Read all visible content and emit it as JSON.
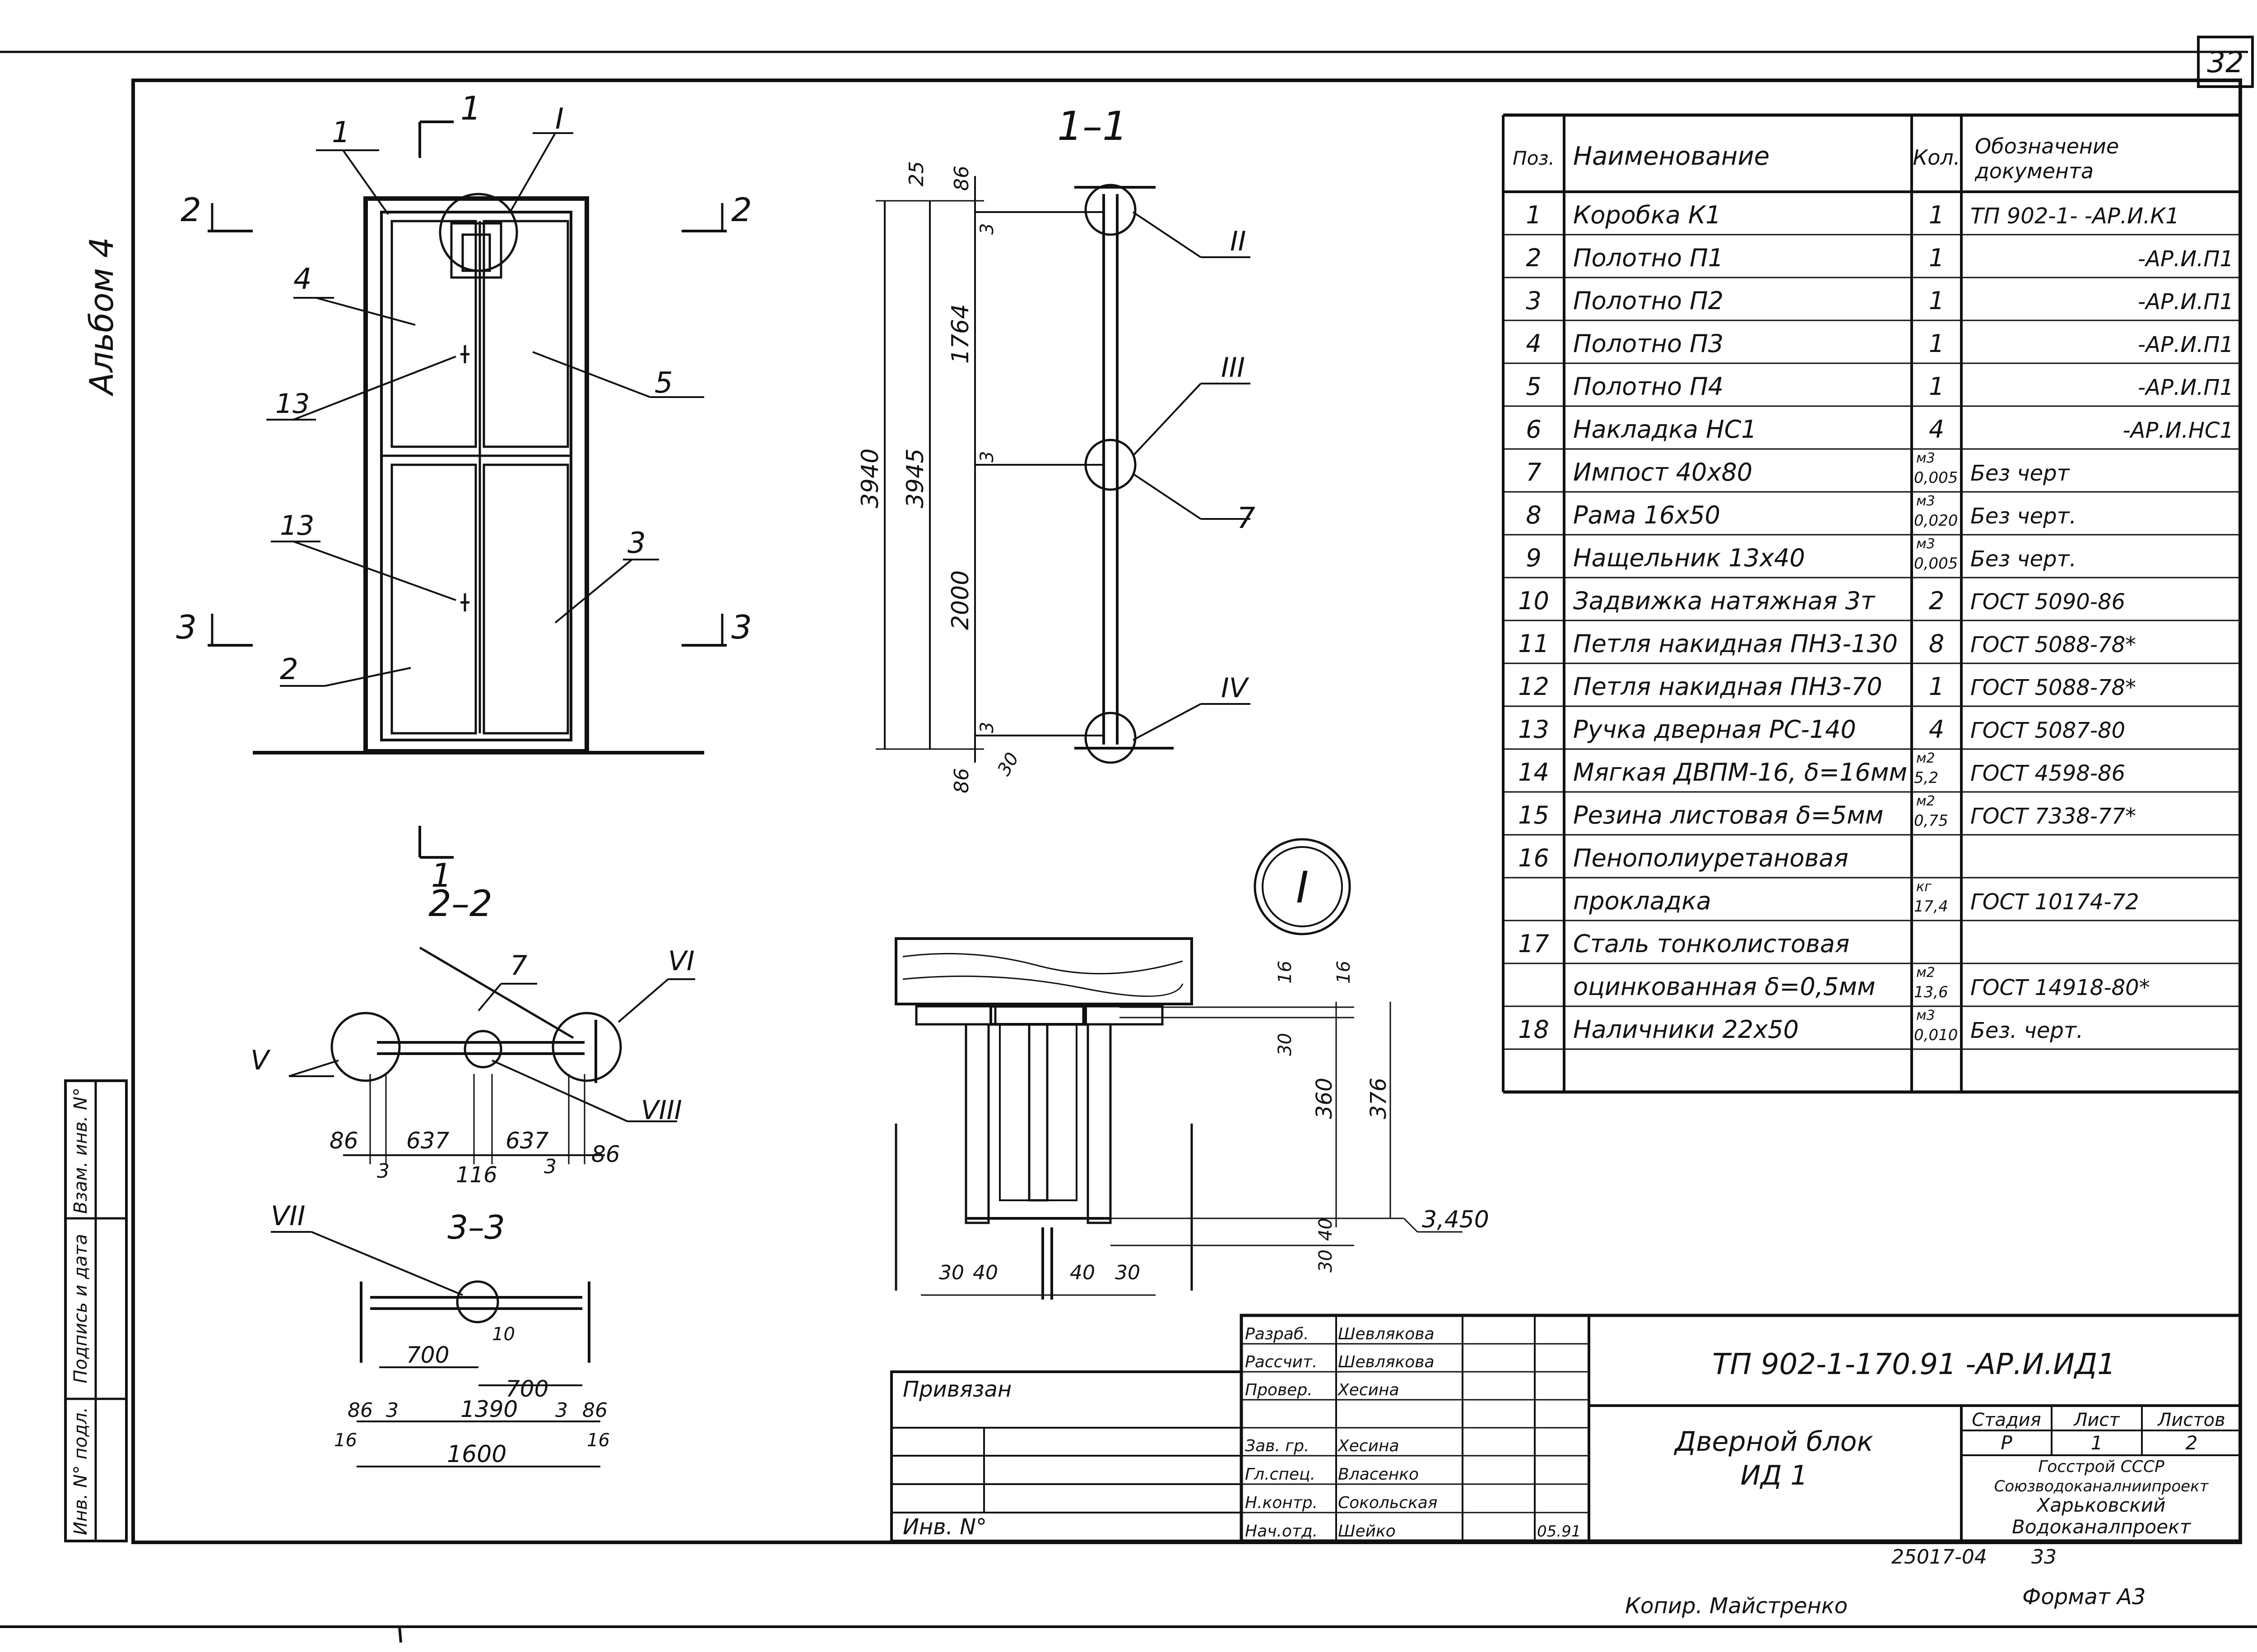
{
  "sheet": {
    "sheet_number": "32",
    "album_label": "Альбом 4",
    "format": "Формат А3",
    "copied_by": "Копир. Майстренко",
    "archive_number": "25017-04",
    "archive_page": "33"
  },
  "drawing": {
    "section_1_1": "1–1",
    "section_2_2": "2–2",
    "section_3_3": "3–3",
    "detail_I": "I",
    "cut_marks": [
      "1",
      "2",
      "2",
      "3",
      "3",
      "1"
    ],
    "node_marks": [
      "I",
      "II",
      "III",
      "IV",
      "V",
      "VI",
      "VII",
      "VIII"
    ],
    "position_callouts": [
      "1",
      "4",
      "13",
      "5",
      "13",
      "3",
      "2",
      "7",
      "7"
    ],
    "elevation_dims": [
      "3940",
      "3945",
      "1764",
      "2000",
      "25",
      "86",
      "86",
      "30",
      "3",
      "3",
      "3"
    ],
    "plan_2_2_dims": [
      "86",
      "637",
      "637",
      "86",
      "3",
      "116",
      "3"
    ],
    "plan_3_3_dims": [
      "700",
      "700",
      "86",
      "3",
      "1390",
      "3",
      "86",
      "16",
      "16",
      "1600",
      "10"
    ],
    "detail_dims": [
      "16",
      "16",
      "30",
      "360",
      "376",
      "40",
      "30",
      "30",
      "40",
      "40",
      "30"
    ],
    "detail_level": "3,450"
  },
  "spec_table": {
    "headers": {
      "pos": "Поз.",
      "name": "Наименование",
      "qty": "Кол.",
      "doc": "Обозначение документа"
    },
    "rows": [
      {
        "pos": "1",
        "name": "Коробка  К1",
        "unit": "",
        "qty": "1",
        "doc": "ТП 902-1-  -АР.И.К1"
      },
      {
        "pos": "2",
        "name": "Полотно  П1",
        "unit": "",
        "qty": "1",
        "doc": "-АР.И.П1"
      },
      {
        "pos": "3",
        "name": "Полотно  П2",
        "unit": "",
        "qty": "1",
        "doc": "-АР.И.П1"
      },
      {
        "pos": "4",
        "name": "Полотно  П3",
        "unit": "",
        "qty": "1",
        "doc": "-АР.И.П1"
      },
      {
        "pos": "5",
        "name": "Полотно  П4",
        "unit": "",
        "qty": "1",
        "doc": "-АР.И.П1"
      },
      {
        "pos": "6",
        "name": "Накладка  НС1",
        "unit": "",
        "qty": "4",
        "doc": "-АР.И.НС1"
      },
      {
        "pos": "7",
        "name": "Импост  40х80",
        "unit": "м3",
        "qty": "0,005",
        "doc": "Без  черт"
      },
      {
        "pos": "8",
        "name": "Рама  16х50",
        "unit": "м3",
        "qty": "0,020",
        "doc": "Без  черт."
      },
      {
        "pos": "9",
        "name": "Нащельник  13х40",
        "unit": "м3",
        "qty": "0,005",
        "doc": "Без  черт."
      },
      {
        "pos": "10",
        "name": "Задвижка натяжная 3т",
        "unit": "",
        "qty": "2",
        "doc": "ГОСТ 5090-86"
      },
      {
        "pos": "11",
        "name": "Петля накидная ПН3-130",
        "unit": "",
        "qty": "8",
        "doc": "ГОСТ 5088-78*"
      },
      {
        "pos": "12",
        "name": "Петля накидная ПН3-70",
        "unit": "",
        "qty": "1",
        "doc": "ГОСТ 5088-78*"
      },
      {
        "pos": "13",
        "name": "Ручка дверная  РС-140",
        "unit": "",
        "qty": "4",
        "doc": "ГОСТ 5087-80"
      },
      {
        "pos": "14",
        "name": "Мягкая ДВПМ-16, δ=16мм",
        "unit": "м2",
        "qty": "5,2",
        "doc": "ГОСТ 4598-86"
      },
      {
        "pos": "15",
        "name": "Резина листовая δ=5мм",
        "unit": "м2",
        "qty": "0,75",
        "doc": "ГОСТ 7338-77*"
      },
      {
        "pos": "16",
        "name": "Пенополиуретановая",
        "unit": "",
        "qty": "",
        "doc": ""
      },
      {
        "pos": "",
        "name": "прокладка",
        "unit": "кг",
        "qty": "17,4",
        "doc": "ГОСТ 10174-72"
      },
      {
        "pos": "17",
        "name": "Сталь тонколистовая",
        "unit": "",
        "qty": "",
        "doc": ""
      },
      {
        "pos": "",
        "name": "оцинкованная δ=0,5мм",
        "unit": "м2",
        "qty": "13,6",
        "doc": "ГОСТ 14918-80*"
      },
      {
        "pos": "18",
        "name": "Наличники  22х50",
        "unit": "м3",
        "qty": "0,010",
        "doc": "Без. черт."
      },
      {
        "pos": "",
        "name": "",
        "unit": "",
        "qty": "",
        "doc": ""
      }
    ]
  },
  "title_block": {
    "code": "ТП  902-1-170.91  -АР.И.ИД1",
    "title_line1": "Дверной  блок",
    "title_line2": "ИД 1",
    "stage_label": "Стадия",
    "sheet_label": "Лист",
    "sheets_label": "Листов",
    "stage": "Р",
    "sheet": "1",
    "sheets": "2",
    "org_line1": "Госстрой  СССР",
    "org_line2": "Союзводоканалниипроект",
    "org_line3": "Харьковский",
    "org_line4": "Водоканалпроект",
    "bound_label": "Привязан",
    "inv_label": "Инв. N°",
    "date": "05.91",
    "staff": [
      {
        "role": "Разраб.",
        "name": "Шевлякова"
      },
      {
        "role": "Рассчит.",
        "name": "Шевлякова"
      },
      {
        "role": "Провер.",
        "name": "Хесина"
      },
      {
        "role": "",
        "name": ""
      },
      {
        "role": "Зав. гр.",
        "name": "Хесина"
      },
      {
        "role": "Гл.спец.",
        "name": "Власенко"
      },
      {
        "role": "Н.контр.",
        "name": "Сокольская"
      },
      {
        "role": "Нач.отд.",
        "name": "Шейко"
      }
    ],
    "side_stamp": [
      "Инв. N° подл.",
      "Подпись и дата",
      "Взам. инв. N°"
    ]
  }
}
